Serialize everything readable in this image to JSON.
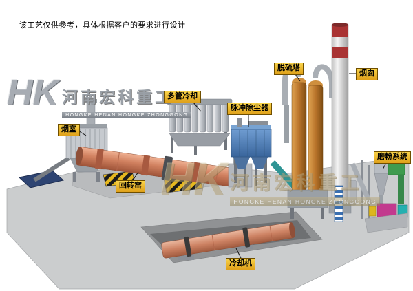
{
  "disclaimer": "该工艺仅供参考，具体根据客户的要求进行设计",
  "watermark": {
    "logo": "HK",
    "company_cn": "河南宏科重工",
    "company_en": "HONGKE HENAN HONGKE ZHONGGONG"
  },
  "labels": {
    "smoke_chamber": "烟室",
    "multi_tube_cooler": "多管冷却",
    "pulse_dust_collector": "脉冲除尘器",
    "desulfurization_tower": "脱硫塔",
    "chimney": "烟囱",
    "grinding_system": "磨粉系统",
    "rotary_kiln": "回转窑",
    "cooler": "冷却机"
  },
  "colors": {
    "label_bg": "#f0c12e",
    "kiln_salmon": "#d0805f",
    "dust_collector_blue": "#4a79ad",
    "tower_orange": "#b9742b",
    "chimney_red": "#a93434",
    "platform_gray": "#cbcdce",
    "hazard_yellow": "#e6b81f"
  }
}
